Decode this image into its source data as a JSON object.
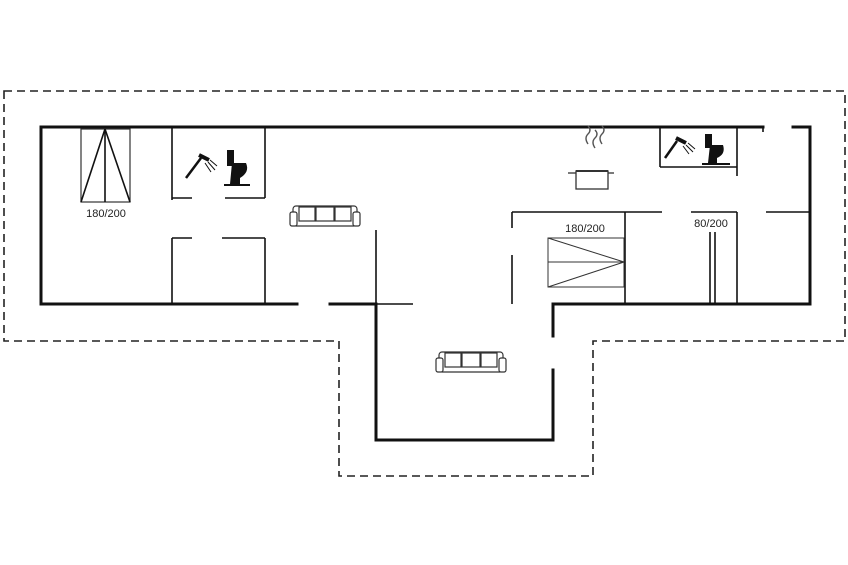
{
  "plan": {
    "bed_labels": {
      "left_bedroom": "180/200",
      "right_bedroom": "180/200",
      "small_room": "80/200"
    },
    "icons": [
      "shower-icon",
      "toilet-icon",
      "sofa-icon",
      "cooking-pot-icon",
      "bed-icon"
    ]
  }
}
